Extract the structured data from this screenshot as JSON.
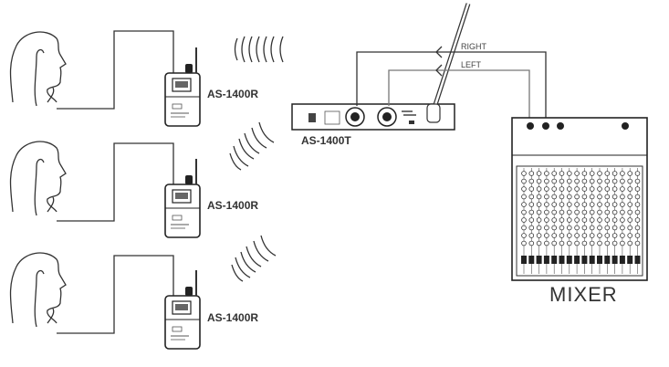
{
  "diagram": {
    "receivers": [
      {
        "label": "AS-1400R"
      },
      {
        "label": "AS-1400R"
      },
      {
        "label": "AS-1400R"
      }
    ],
    "transmitter": {
      "label": "AS-1400T"
    },
    "signals": {
      "right": "RIGHT",
      "left": "LEFT"
    },
    "mixer": {
      "label": "MIXER",
      "channels": 16
    }
  }
}
